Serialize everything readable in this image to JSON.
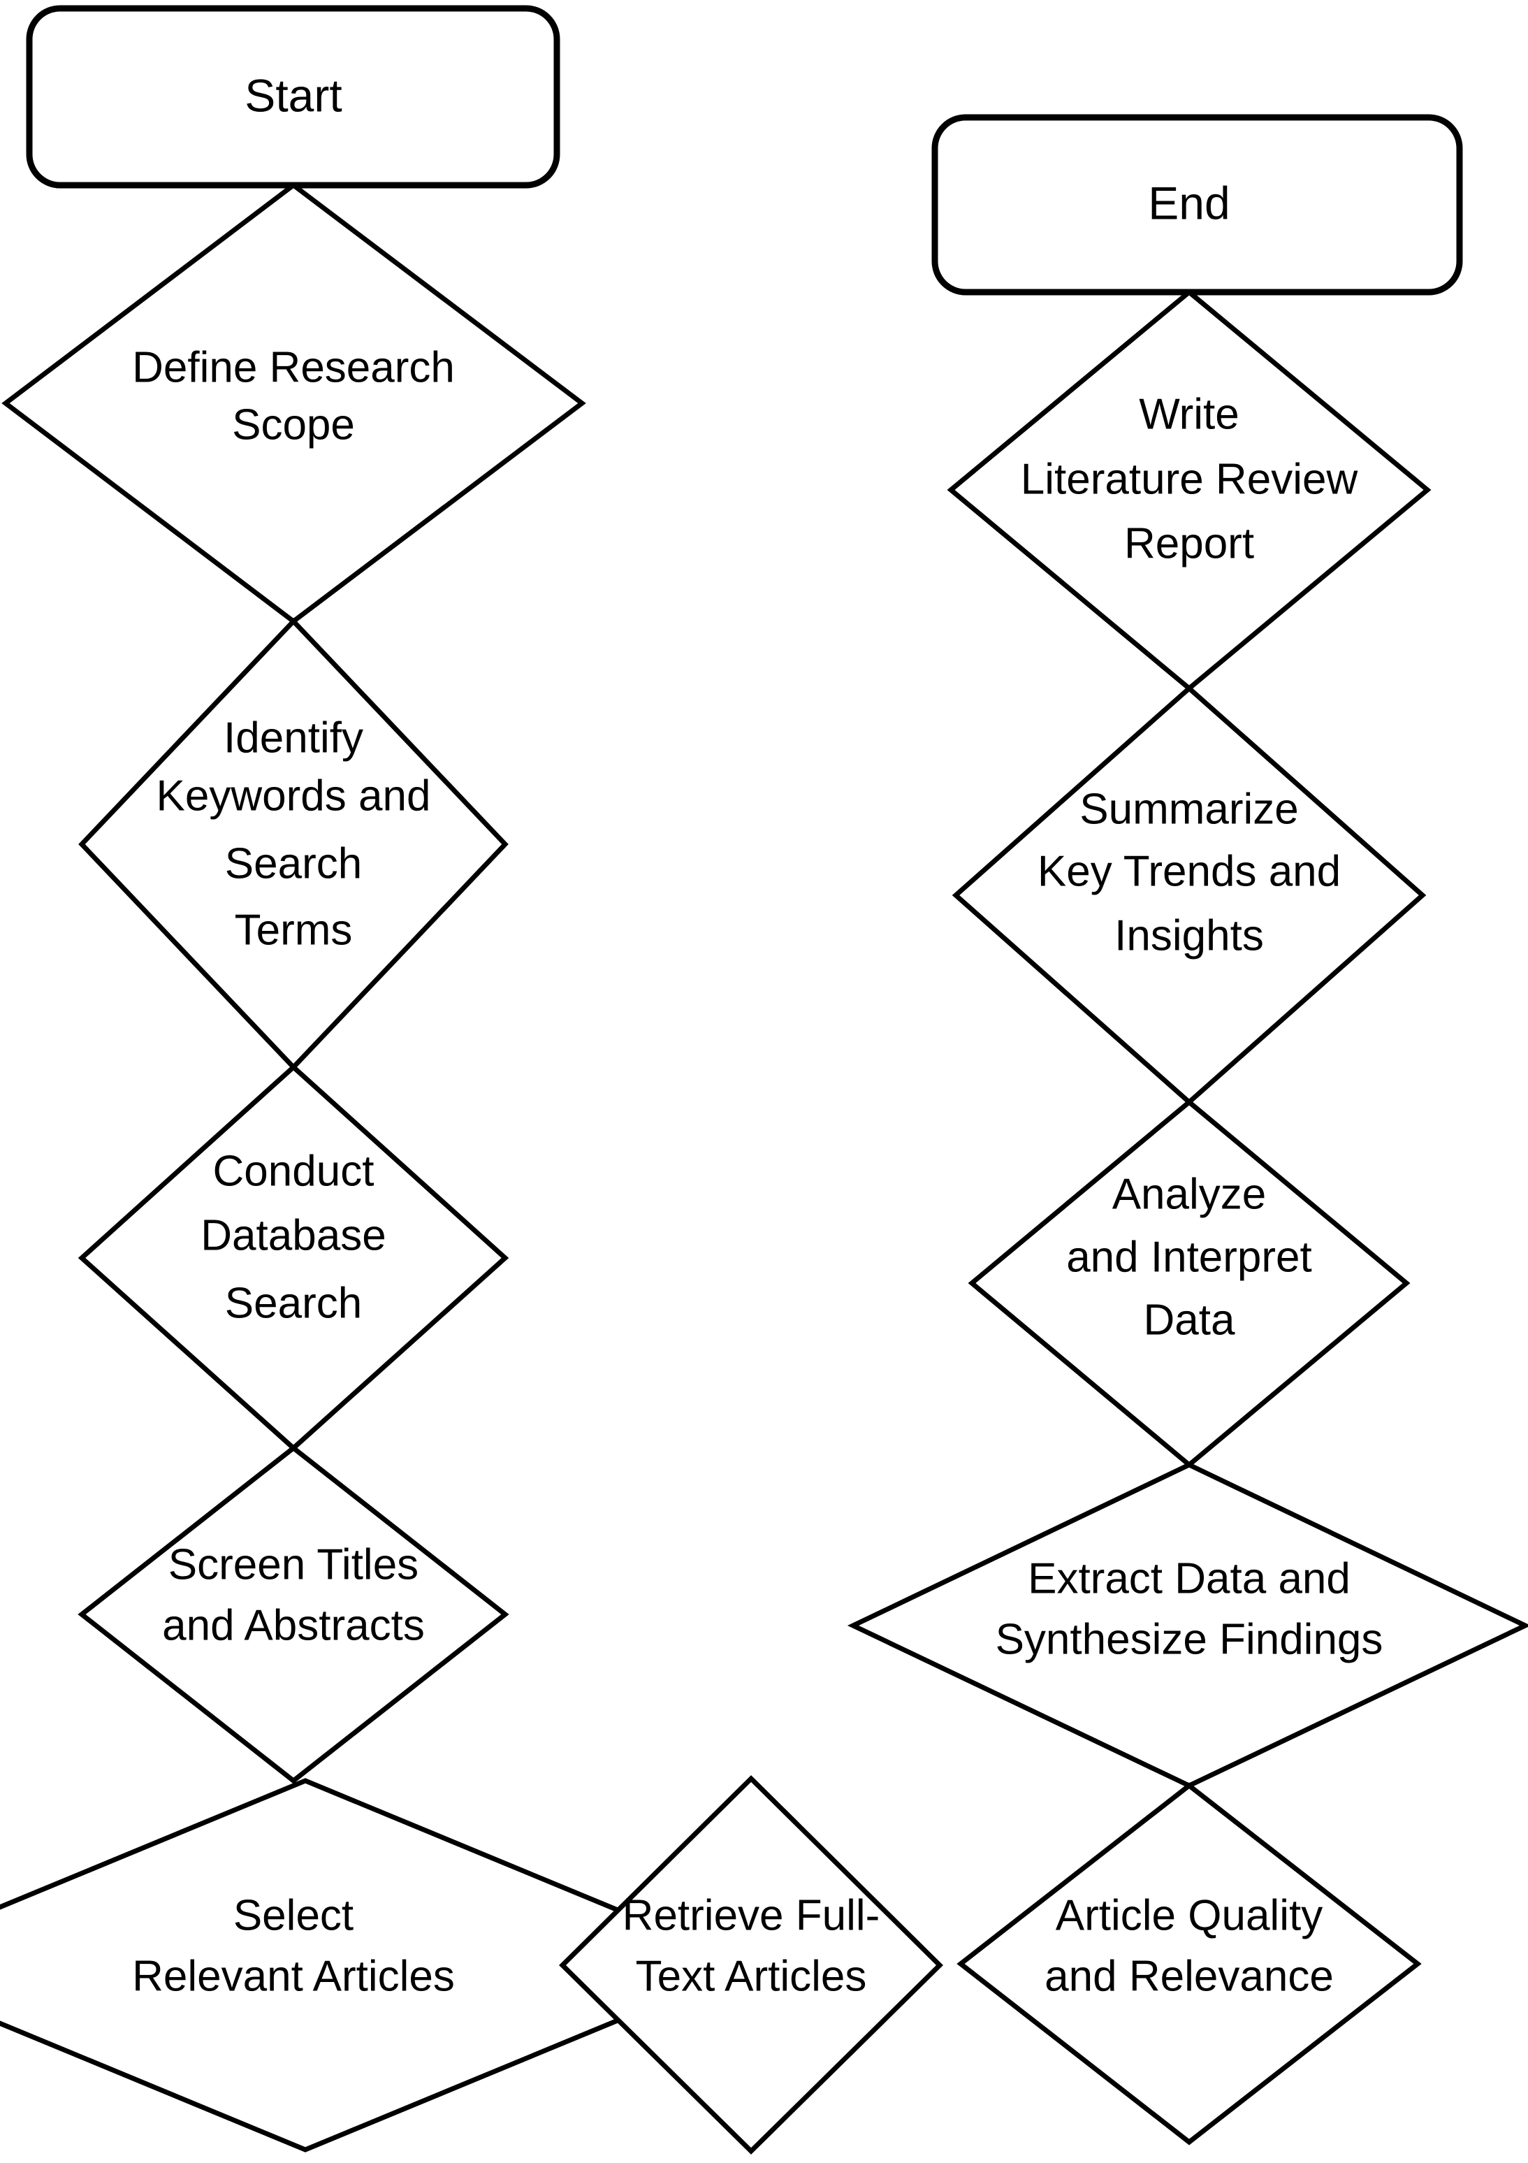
{
  "diagram": {
    "title": "Literature Review Process Flowchart",
    "background_color": "#ffffff",
    "stroke_color": "#000000",
    "fill_color": "#ffffff",
    "terminators": [
      {
        "id": "start",
        "label": "Start",
        "shape": "rounded-rectangle"
      },
      {
        "id": "end",
        "label": "End",
        "shape": "rounded-rectangle"
      }
    ],
    "steps": [
      {
        "id": "define-research-scope",
        "shape": "diamond",
        "column": "left",
        "lines": [
          "Define Research",
          "Scope"
        ]
      },
      {
        "id": "identify-keywords-and-search-terms",
        "shape": "diamond",
        "column": "left",
        "lines": [
          "Identify",
          "Keywords and",
          "Search",
          "Terms"
        ]
      },
      {
        "id": "conduct-database-search",
        "shape": "diamond",
        "column": "left",
        "lines": [
          "Conduct",
          "Database",
          "Search"
        ]
      },
      {
        "id": "screen-titles-and-abstracts",
        "shape": "diamond",
        "column": "left",
        "lines": [
          "Screen Titles",
          "and Abstracts"
        ]
      },
      {
        "id": "select-relevant-articles",
        "shape": "diamond",
        "column": "left",
        "lines": [
          "Select",
          "Relevant Articles"
        ]
      },
      {
        "id": "retrieve-full-text-articles",
        "shape": "diamond",
        "column": "middle",
        "lines": [
          "Retrieve Full-",
          "Text Articles"
        ]
      },
      {
        "id": "article-quality-and-relevance",
        "shape": "diamond",
        "column": "right",
        "lines": [
          "Article Quality",
          "and Relevance"
        ]
      },
      {
        "id": "extract-data-and-synthesize-findings",
        "shape": "diamond",
        "column": "right",
        "lines": [
          "Extract Data and",
          "Synthesize Findings"
        ]
      },
      {
        "id": "analyze-and-interpret-data",
        "shape": "diamond",
        "column": "right",
        "lines": [
          "Analyze",
          "and Interpret",
          "Data"
        ]
      },
      {
        "id": "summarize-key-trends-and-insights",
        "shape": "diamond",
        "column": "right",
        "lines": [
          "Summarize",
          "Key Trends and",
          "Insights"
        ]
      },
      {
        "id": "write-literature-review-report",
        "shape": "diamond",
        "column": "right",
        "lines": [
          "Write",
          "Literature Review",
          "Report"
        ]
      }
    ]
  },
  "labels": {
    "start": "Start",
    "end": "End",
    "define_research_scope_l1": "Define Research",
    "define_research_scope_l2": "Scope",
    "identify_keywords_l1": "Identify",
    "identify_keywords_l2": "Keywords and",
    "identify_keywords_l3": "Search",
    "identify_keywords_l4": "Terms",
    "conduct_database_search_l1": "Conduct",
    "conduct_database_search_l2": "Database",
    "conduct_database_search_l3": "Search",
    "screen_titles_l1": "Screen Titles",
    "screen_titles_l2": "and Abstracts",
    "select_relevant_articles_l1": "Select",
    "select_relevant_articles_l2": "Relevant Articles",
    "retrieve_full_text_l1": "Retrieve Full-",
    "retrieve_full_text_l2": "Text Articles",
    "article_quality_l1": "Article Quality",
    "article_quality_l2": "and Relevance",
    "extract_data_l1": "Extract Data and",
    "extract_data_l2": "Synthesize Findings",
    "analyze_interpret_l1": "Analyze",
    "analyze_interpret_l2": "and Interpret",
    "analyze_interpret_l3": "Data",
    "summarize_trends_l1": "Summarize",
    "summarize_trends_l2": "Key Trends and",
    "summarize_trends_l3": "Insights",
    "write_report_l1": "Write",
    "write_report_l2": "Literature Review",
    "write_report_l3": "Report"
  }
}
